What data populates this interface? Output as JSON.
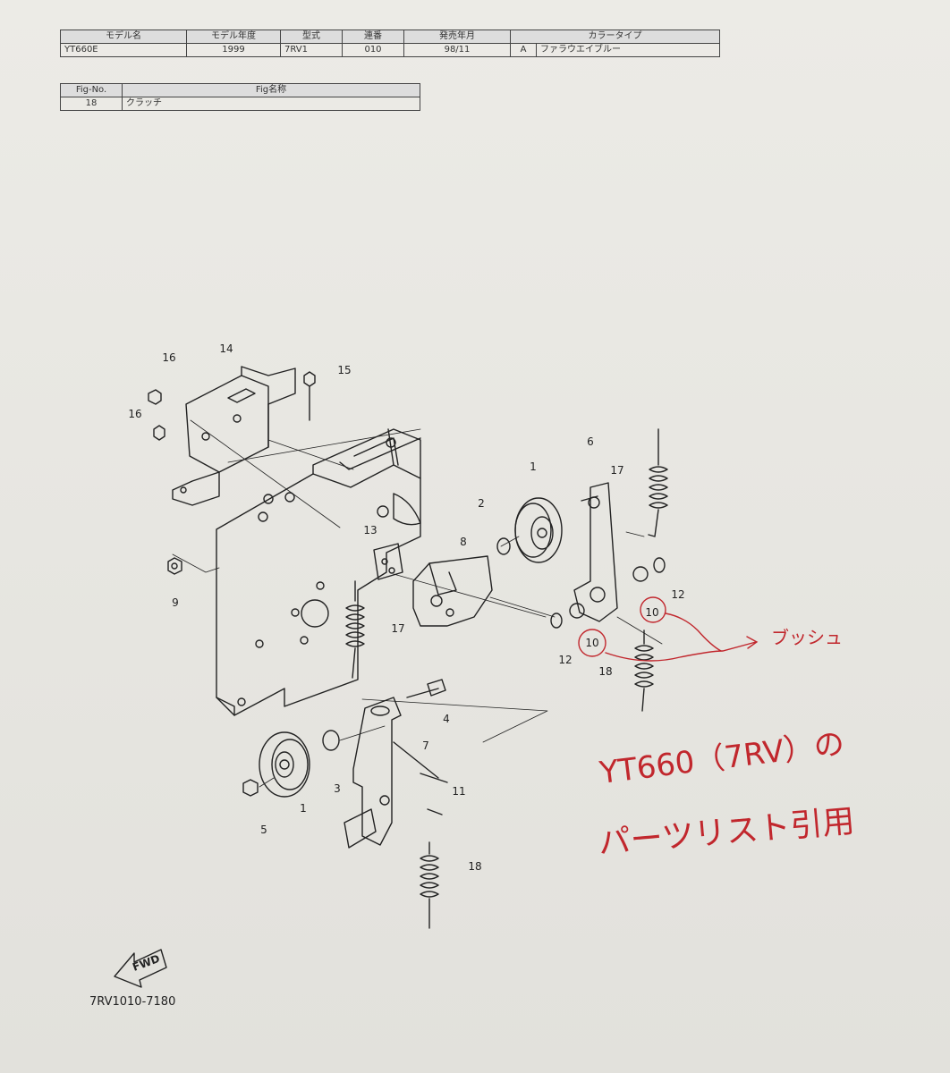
{
  "model_table": {
    "headers": [
      "モデル名",
      "モデル年度",
      "型式",
      "連番",
      "発売年月",
      "カラータイプ"
    ],
    "row": {
      "model_name": "YT660E",
      "model_year": "1999",
      "type": "7RV1",
      "serial": "010",
      "release": "98/11",
      "color_code": "A",
      "color_name": "ファラウエイブルー"
    }
  },
  "fig_table": {
    "headers": [
      "Fig-No.",
      "Fig名称"
    ],
    "row": {
      "fig_no": "18",
      "fig_name": "クラッチ"
    }
  },
  "callouts": {
    "c1a": "1",
    "c1b": "1",
    "c2": "2",
    "c3": "3",
    "c4": "4",
    "c5": "5",
    "c6": "6",
    "c7": "7",
    "c8": "8",
    "c9": "9",
    "c10a": "10",
    "c10b": "10",
    "c11": "11",
    "c12a": "12",
    "c12b": "12",
    "c13": "13",
    "c14": "14",
    "c15": "15",
    "c16a": "16",
    "c16b": "16",
    "c17a": "17",
    "c17b": "17",
    "c18a": "18",
    "c18b": "18"
  },
  "fwd_label": "FWD",
  "diagram_code": "7RV1010-7180",
  "handwritten": {
    "bushing": "ブッシュ",
    "line1": "YT660（7RV）の",
    "line2": "パーツリスト引用"
  },
  "colors": {
    "annotation": "#c1272d",
    "ink": "#222222"
  }
}
